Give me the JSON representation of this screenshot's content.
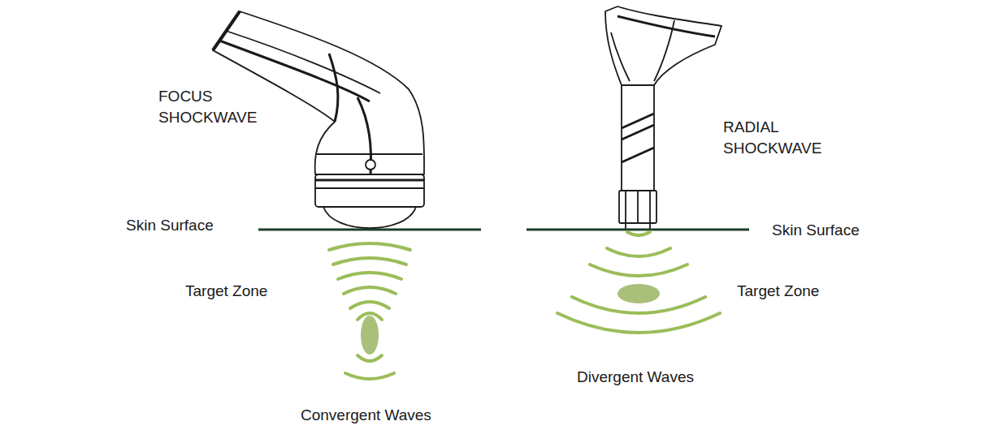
{
  "diagram": {
    "labels": [
      "FOCUS SHOCKWAVE",
      "Skin Surface",
      "Target Zone",
      "Convergent Waves",
      "RADIAL SHOCKWAVE",
      "Skin Surface",
      "Target Zone",
      "Divergent Waves"
    ]
  }
}
